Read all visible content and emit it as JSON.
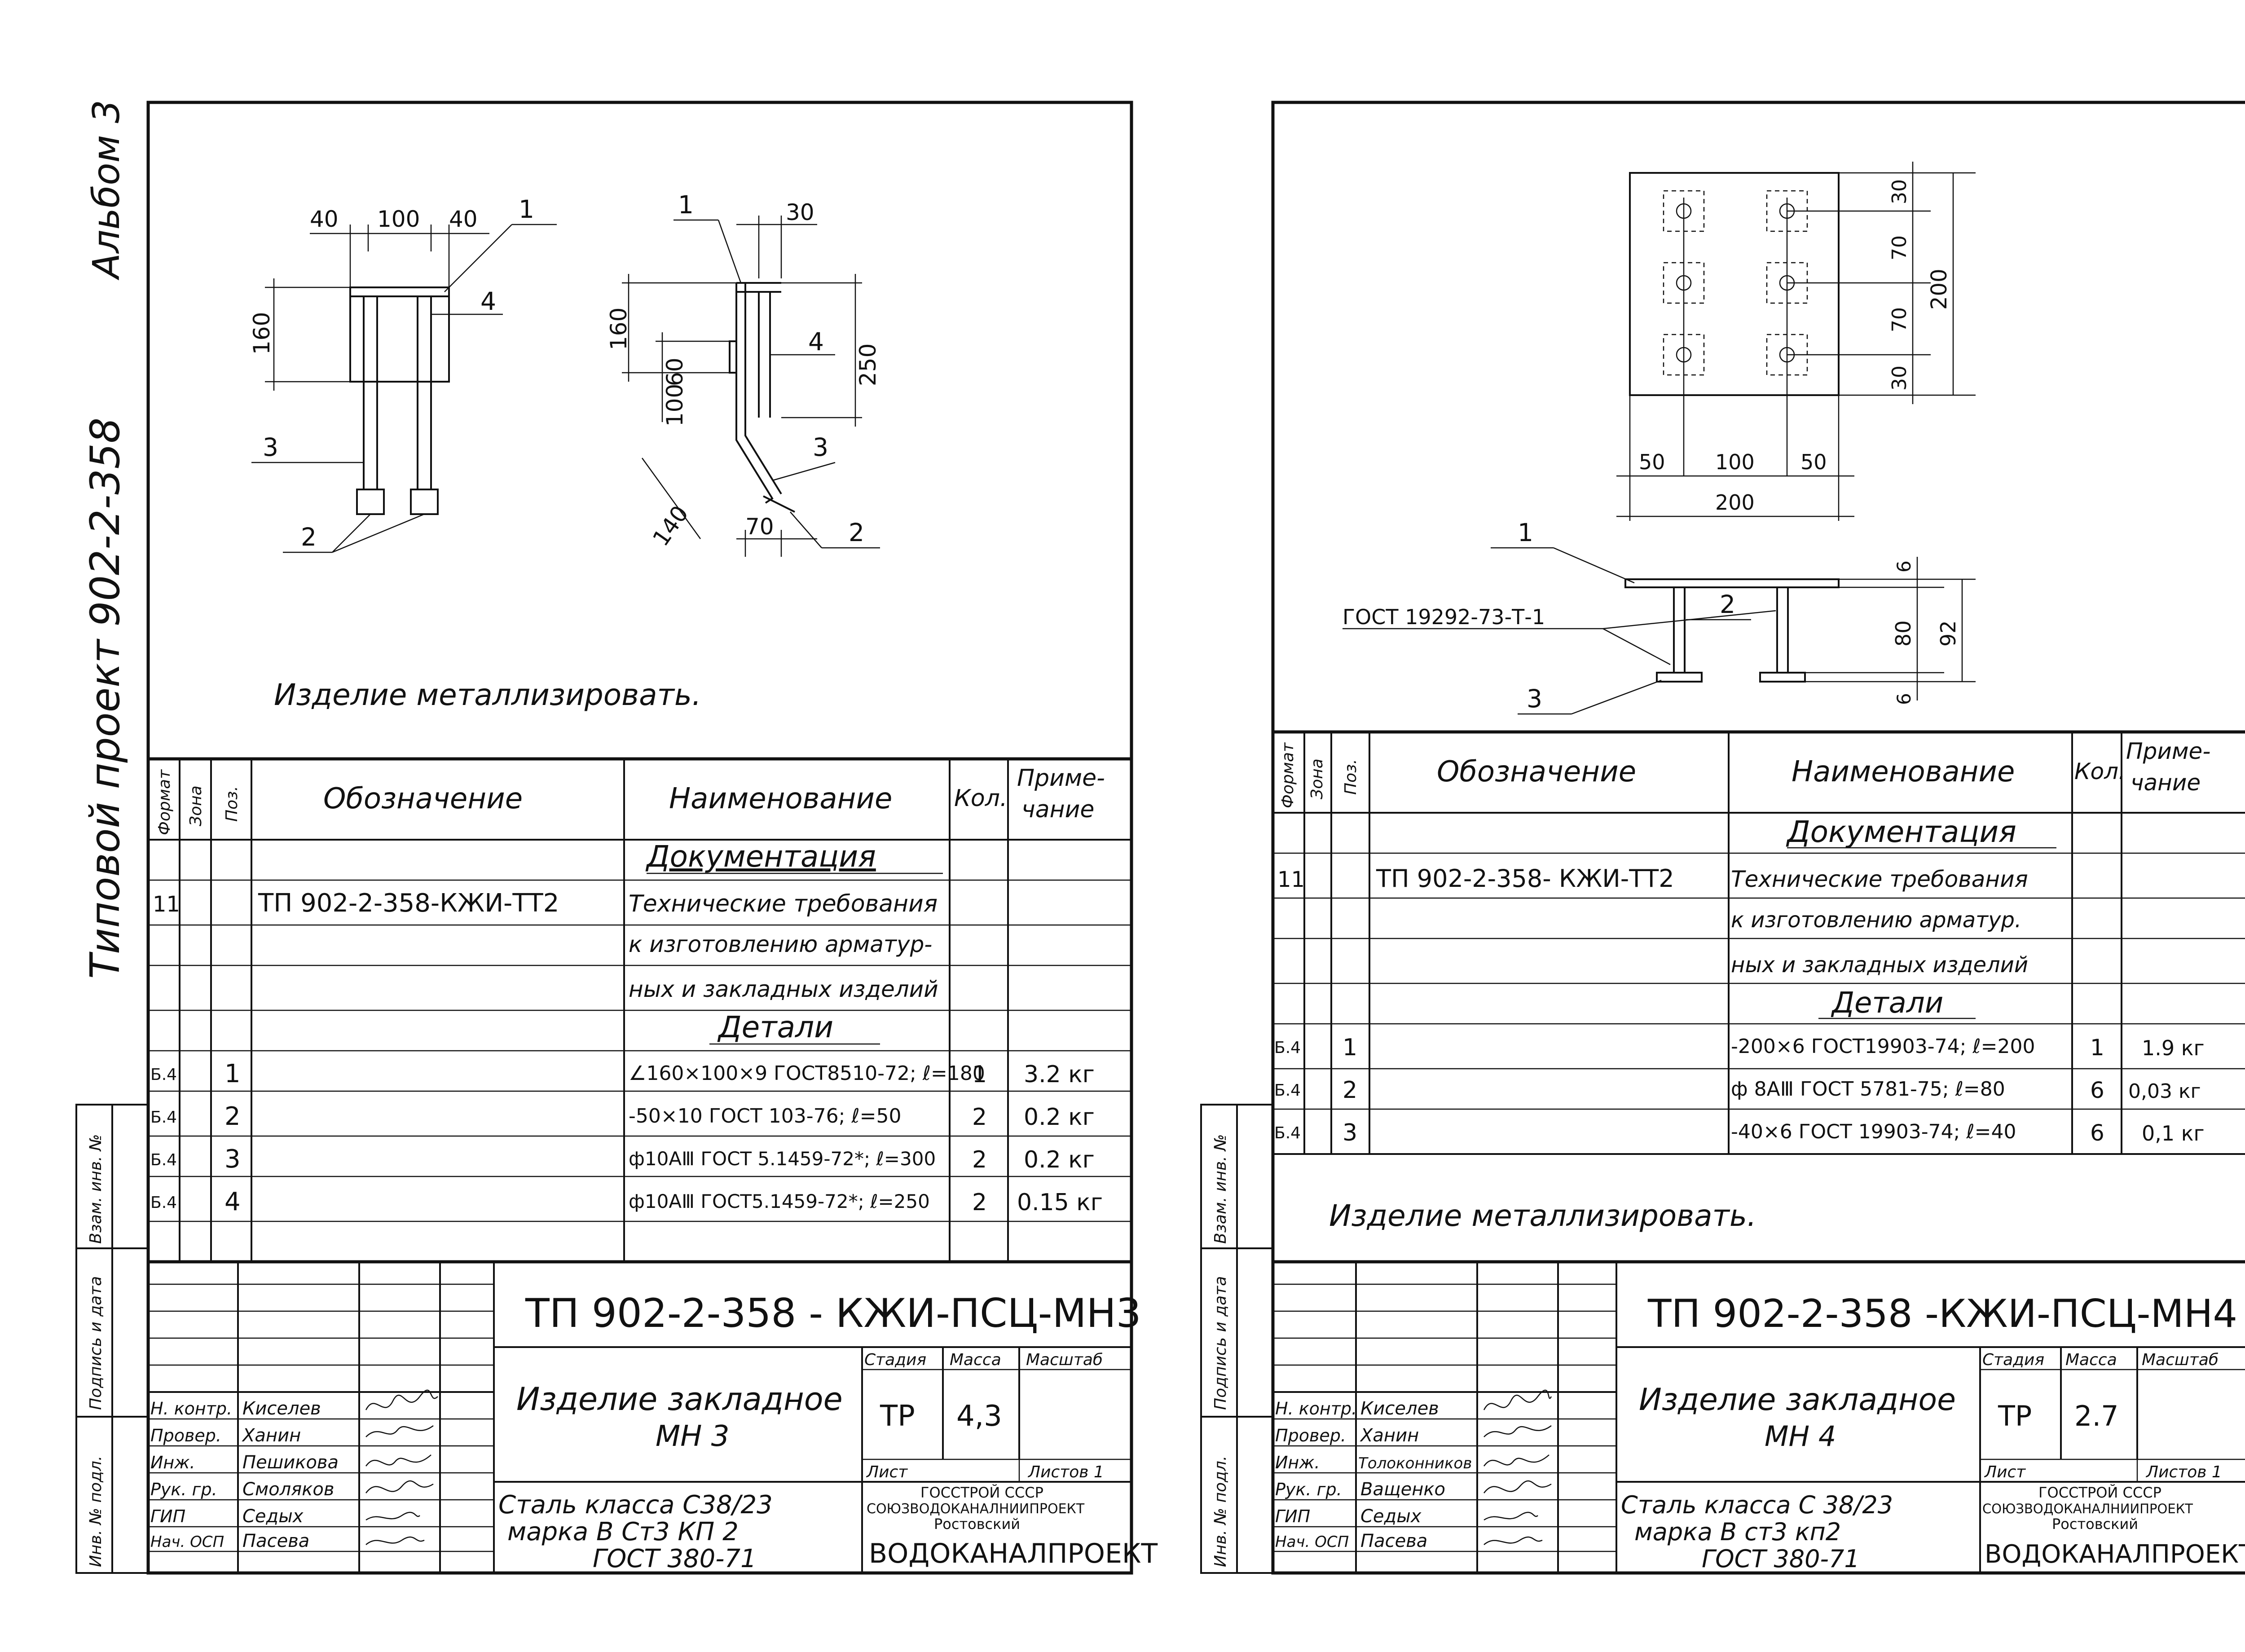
{
  "album_label": "Альбом 3",
  "project_label": "Типовой проект 902-2-358",
  "side_stamp": {
    "vzam": "Взам. инв. №",
    "podpis": "Подпись и дата",
    "inv": "Инв. № подл."
  },
  "spec_headers": {
    "format": "Формат",
    "zona": "Зона",
    "poz": "Поз.",
    "oboznachenie": "Обозначение",
    "naimenovanie": "Наименование",
    "kol": "Кол.",
    "primechanie_1": "Приме-",
    "primechanie_2": "чание"
  },
  "sheets": [
    {
      "drawing": {
        "dims": [
          "40",
          "100",
          "40",
          "160",
          "160",
          "60",
          "100",
          "250",
          "30",
          "140",
          "70"
        ],
        "callouts": [
          "1",
          "4",
          "3",
          "2",
          "1",
          "4",
          "3",
          "2"
        ]
      },
      "note": "Изделие металлизировать.",
      "spec": {
        "section_docs": "Документация",
        "doc_row": {
          "format": "11",
          "designation": "ТП 902-2-358-КЖИ-ТТ2"
        },
        "doc_name": [
          "Технические требования",
          "к изготовлению арматур-",
          "ных и закладных изделий"
        ],
        "section_parts": "Детали",
        "rows": [
          {
            "format": "Б.4",
            "poz": "1",
            "name": "∠160×100×9 ГОСТ8510-72; ℓ=180",
            "qty": "1",
            "note": "3.2 кг"
          },
          {
            "format": "Б.4",
            "poz": "2",
            "name": "-50×10 ГОСТ 103-76; ℓ=50",
            "qty": "2",
            "note": "0.2 кг"
          },
          {
            "format": "Б.4",
            "poz": "3",
            "name": "ф10АⅢ ГОСТ 5.1459-72*; ℓ=300",
            "qty": "2",
            "note": "0.2 кг"
          },
          {
            "format": "Б.4",
            "poz": "4",
            "name": "ф10АⅢ ГОСТ5.1459-72*; ℓ=250",
            "qty": "2",
            "note": "0.15 кг"
          }
        ]
      },
      "title_block": {
        "code": "ТП 902-2-358 - КЖИ-ПСЦ-МН3",
        "title_1": "Изделие закладное",
        "title_2": "МН 3",
        "stage_label": "Стадия",
        "mass_label": "Масса",
        "scale_label": "Масштаб",
        "stage": "ТР",
        "mass": "4,3",
        "sheet_label": "Лист",
        "sheets_label": "Листов 1",
        "material_1": "Сталь класса С38/23",
        "material_2": "марка В Ст3 КП 2",
        "material_3": "ГОСТ 380-71",
        "org_1": "ГОССТРОЙ СССР",
        "org_2": "СОЮЗВОДОКАНАЛНИИПРОЕКТ",
        "org_3": "Ростовский",
        "org_4": "ВОДОКАНАЛПРОЕКТ",
        "people": [
          {
            "role": "Н. контр.",
            "name": "Киселев"
          },
          {
            "role": "Провер.",
            "name": "Ханин"
          },
          {
            "role": "Инж.",
            "name": "Пешикова"
          },
          {
            "role": "Рук. гр.",
            "name": "Смоляков"
          },
          {
            "role": "ГИП",
            "name": "Седых"
          },
          {
            "role": "Нач. ОСП",
            "name": "Пасева"
          }
        ]
      }
    },
    {
      "drawing": {
        "dims": [
          "30",
          "70",
          "70",
          "30",
          "200",
          "50",
          "100",
          "50",
          "200",
          "6",
          "80",
          "92",
          "6"
        ],
        "gost_label": "ГОСТ 19292-73-Т-1",
        "callouts": [
          "1",
          "2",
          "3"
        ]
      },
      "note": "Изделие металлизировать.",
      "spec": {
        "section_docs": "Документация",
        "doc_row": {
          "format": "11",
          "designation": "ТП 902-2-358- КЖИ-ТТ2"
        },
        "doc_name": [
          "Технические требования",
          "к изготовлению арматур.",
          "ных и закладных изделий"
        ],
        "section_parts": "Детали",
        "rows": [
          {
            "format": "Б.4",
            "poz": "1",
            "name": "-200×6 ГОСТ19903-74; ℓ=200",
            "qty": "1",
            "note": "1.9 кг"
          },
          {
            "format": "Б.4",
            "poz": "2",
            "name": "ф 8АⅢ ГОСТ 5781-75; ℓ=80",
            "qty": "6",
            "note": "0,03 кг"
          },
          {
            "format": "Б.4",
            "poz": "3",
            "name": "-40×6 ГОСТ 19903-74; ℓ=40",
            "qty": "6",
            "note": "0,1 кг"
          }
        ]
      },
      "title_block": {
        "code": "ТП 902-2-358 -КЖИ-ПСЦ-МН4",
        "title_1": "Изделие закладное",
        "title_2": "МН 4",
        "stage_label": "Стадия",
        "mass_label": "Масса",
        "scale_label": "Масштаб",
        "stage": "ТР",
        "mass": "2.7",
        "sheet_label": "Лист",
        "sheets_label": "Листов 1",
        "material_1": "Сталь класса С 38/23",
        "material_2": "марка В ст3 кп2",
        "material_3": "ГОСТ 380-71",
        "org_1": "ГОССТРОЙ СССР",
        "org_2": "СОЮЗВОДОКАНАЛНИИПРОЕКТ",
        "org_3": "Ростовский",
        "org_4": "ВОДОКАНАЛПРОЕКТ",
        "people": [
          {
            "role": "Н. контр.",
            "name": "Киселев"
          },
          {
            "role": "Провер.",
            "name": "Ханин"
          },
          {
            "role": "Инж.",
            "name": "Толоконников"
          },
          {
            "role": "Рук. гр.",
            "name": "Ващенко"
          },
          {
            "role": "ГИП",
            "name": "Седых"
          },
          {
            "role": "Нач. ОСП",
            "name": "Пасева"
          }
        ]
      }
    }
  ]
}
